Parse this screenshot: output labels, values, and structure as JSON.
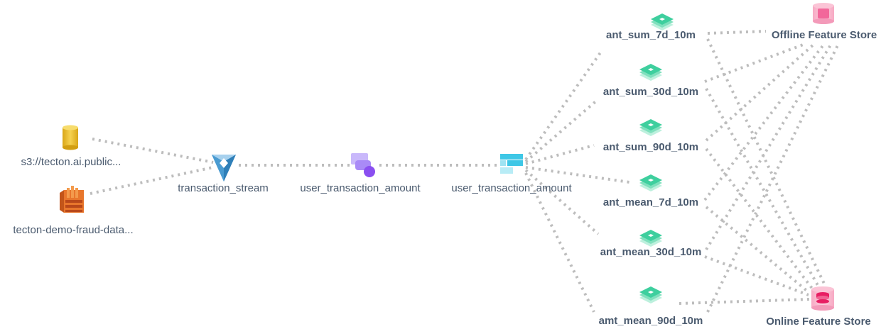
{
  "nodes": {
    "s3_source": {
      "label": "s3://tecton.ai.public...",
      "icon": "yellow-cylinder-icon"
    },
    "kinesis_source": {
      "label": "tecton-demo-fraud-data...",
      "icon": "orange-stream-icon"
    },
    "transaction_stream": {
      "label": "transaction_stream",
      "icon": "data-source-diamond-icon"
    },
    "transformation": {
      "label": "user_transaction_amount",
      "icon": "transformation-icon"
    },
    "feature_view": {
      "label": "user_transaction_amount",
      "icon": "feature-view-icon"
    },
    "features": [
      {
        "label": "ant_sum_7d_10m"
      },
      {
        "label": "ant_sum_30d_10m"
      },
      {
        "label": "ant_sum_90d_10m"
      },
      {
        "label": "ant_mean_7d_10m"
      },
      {
        "label": "ant_mean_30d_10m"
      },
      {
        "label": "amt_mean_90d_10m"
      }
    ],
    "offline_store": {
      "label": "Offline Feature Store",
      "icon": "offline-store-icon"
    },
    "online_store": {
      "label": "Online Feature Store",
      "icon": "online-store-icon"
    }
  },
  "colors": {
    "edge": "#bdbdbd",
    "label": "#4a5a6e",
    "feature_green": "#3ecf9e",
    "store_pink": "#f06292",
    "s3_yellow": "#f2c230",
    "kinesis_orange": "#e8762c",
    "stream_blue": "#4a9bd1",
    "transform_purple": "#8a5cf6",
    "fv_cyan": "#3ec7e6"
  }
}
